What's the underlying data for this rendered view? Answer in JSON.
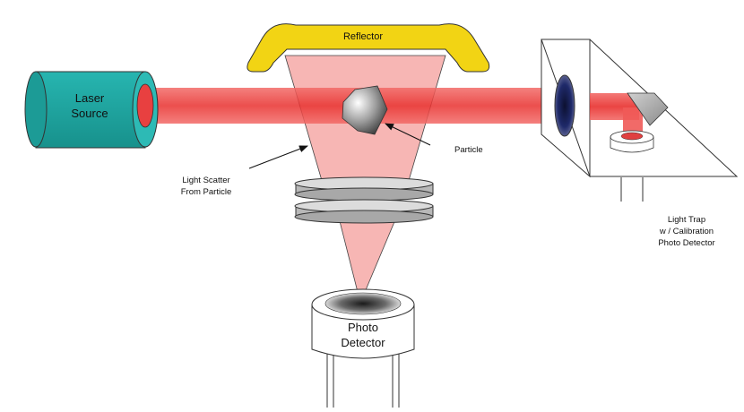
{
  "labels": {
    "reflector": "Reflector",
    "laser_line1": "Laser",
    "laser_line2": "Source",
    "particle": "Particle",
    "scatter_line1": "Light Scatter",
    "scatter_line2": "From Particle",
    "detector_line1": "Photo",
    "detector_line2": "Detector",
    "trap_line1": "Light Trap",
    "trap_line2": "w / Calibration",
    "trap_line3": "Photo Detector"
  },
  "colors": {
    "laser_body": "#22aaa5",
    "beam": "#ef4a48",
    "scatter_cone": "#f7b6b4",
    "reflector": "#f2d414",
    "particle": "#8c8c8c"
  }
}
